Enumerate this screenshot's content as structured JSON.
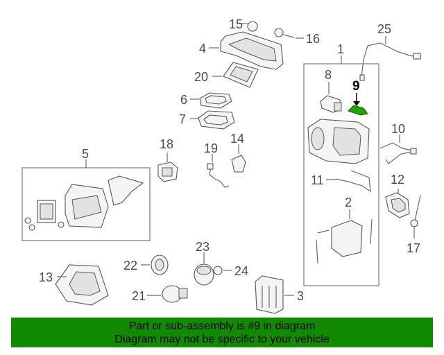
{
  "diagram": {
    "callouts": [
      {
        "id": "1",
        "text": "1"
      },
      {
        "id": "2",
        "text": "2"
      },
      {
        "id": "3",
        "text": "3"
      },
      {
        "id": "4",
        "text": "4"
      },
      {
        "id": "5",
        "text": "5"
      },
      {
        "id": "6",
        "text": "6"
      },
      {
        "id": "7",
        "text": "7"
      },
      {
        "id": "8",
        "text": "8"
      },
      {
        "id": "9",
        "text": "9"
      },
      {
        "id": "10",
        "text": "10"
      },
      {
        "id": "11",
        "text": "11"
      },
      {
        "id": "12",
        "text": "12"
      },
      {
        "id": "13",
        "text": "13"
      },
      {
        "id": "14",
        "text": "14"
      },
      {
        "id": "15",
        "text": "15"
      },
      {
        "id": "16",
        "text": "16"
      },
      {
        "id": "17",
        "text": "17"
      },
      {
        "id": "18",
        "text": "18"
      },
      {
        "id": "19",
        "text": "19"
      },
      {
        "id": "20",
        "text": "20"
      },
      {
        "id": "21",
        "text": "21"
      },
      {
        "id": "22",
        "text": "22"
      },
      {
        "id": "23",
        "text": "23"
      },
      {
        "id": "24",
        "text": "24"
      },
      {
        "id": "25",
        "text": "25"
      }
    ],
    "highlighted_part": "9"
  },
  "banner": {
    "line1": "Part or sub-assembly is #9 in diagram",
    "line2": "Diagram may not be specific to your vehicle",
    "background": "#118a00",
    "highlight_color": "#2aa000"
  }
}
